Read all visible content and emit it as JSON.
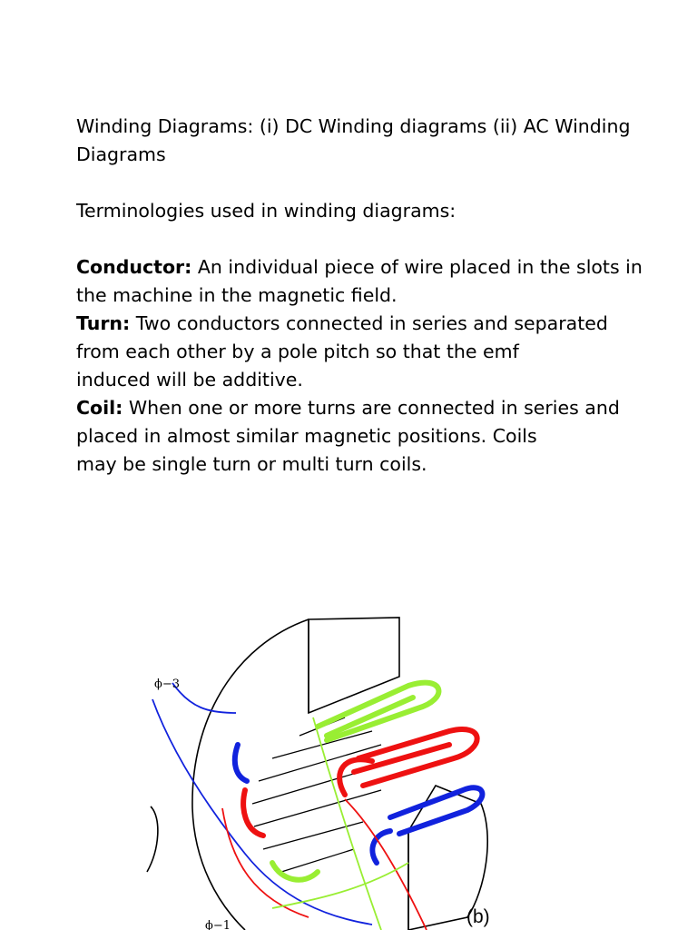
{
  "heading": {
    "line1": "Winding Diagrams: (i) DC Winding diagrams (ii) AC Winding",
    "line2": "Diagrams"
  },
  "intro": "Terminologies used in winding diagrams:",
  "definitions": [
    {
      "term": "Conductor:",
      "lines": [
        " An individual piece of wire placed in the slots in",
        "the machine in the magnetic field."
      ]
    },
    {
      "term": "Turn:",
      "lines": [
        " Two conductors connected in series and separated",
        "from each other by a pole pitch so that the emf",
        "induced will be additive."
      ]
    },
    {
      "term": "Coil:",
      "lines": [
        " When one or more turns are connected in series and",
        "placed in almost similar magnetic positions. Coils",
        "may be single turn or multi turn coils."
      ]
    }
  ],
  "figure": {
    "phase_top_label": "ϕ−3",
    "phase_bottom_label": "ϕ−1",
    "panel_label": "(b)",
    "colors": {
      "phase_green": "#99ee33",
      "phase_red": "#ee1111",
      "phase_blue": "#1122dd",
      "outline": "#000000"
    }
  }
}
